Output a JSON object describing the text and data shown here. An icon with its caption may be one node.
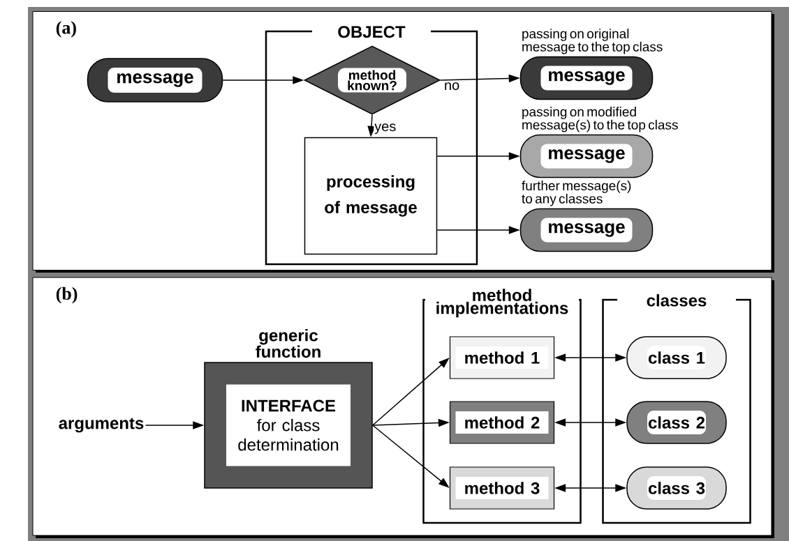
{
  "diagram": {
    "nodes": [
      {
        "text": [
          "(a)"
        ]
      },
      {
        "text": [
          "message"
        ],
        "in": 0
      },
      {
        "text": [
          "OBJECT"
        ],
        "in": 0
      },
      {
        "text": [
          "method known?"
        ],
        "in": 2
      },
      {
        "text": [
          "processing of message"
        ],
        "in": 2
      },
      {
        "text": [
          "message"
        ],
        "in": 0,
        "beside": [
          "passing on original message to the top class"
        ]
      },
      {
        "text": [
          "message"
        ],
        "in": 0,
        "beside": [
          "passing on modified message(s) to the top class"
        ]
      },
      {
        "text": [
          "message"
        ],
        "in": 0,
        "beside": [
          "further message(s) to any classes"
        ]
      },
      {
        "text": [
          "(b)"
        ]
      },
      {
        "text": [
          "arguments"
        ],
        "in": 8
      },
      {
        "text": [
          "generic function",
          "INTERFACE",
          "for class determination"
        ],
        "in": 8
      },
      {
        "text": [
          "method implementations"
        ],
        "in": 8
      },
      {
        "text": [
          "method 1"
        ],
        "in": 11
      },
      {
        "text": [
          "method 2"
        ],
        "in": 11
      },
      {
        "text": [
          "method 3"
        ],
        "in": 11
      },
      {
        "text": [
          "classes"
        ],
        "in": 8
      },
      {
        "text": [
          "class 1"
        ],
        "in": 15
      },
      {
        "text": [
          "class 2"
        ],
        "in": 15
      },
      {
        "text": [
          "class 3"
        ],
        "in": 15
      }
    ],
    "edges": [
      {
        "from": 1,
        "to": 3,
        "arrow": "to"
      },
      {
        "from": 3,
        "to": 5,
        "arrow": "to",
        "label": "no"
      },
      {
        "from": 3,
        "to": 4,
        "arrow": "to",
        "label": "yes"
      },
      {
        "from": 4,
        "to": 6,
        "arrow": "to"
      },
      {
        "from": 4,
        "to": 7,
        "arrow": "to"
      },
      {
        "from": 9,
        "to": 10,
        "arrow": "to"
      },
      {
        "from": 10,
        "to": 12,
        "arrow": "to"
      },
      {
        "from": 10,
        "to": 13,
        "arrow": "to"
      },
      {
        "from": 10,
        "to": 14,
        "arrow": "to"
      },
      {
        "from": 12,
        "to": 16,
        "arrow": "both"
      },
      {
        "from": 13,
        "to": 17,
        "arrow": "both"
      },
      {
        "from": 14,
        "to": 18,
        "arrow": "both"
      }
    ]
  }
}
